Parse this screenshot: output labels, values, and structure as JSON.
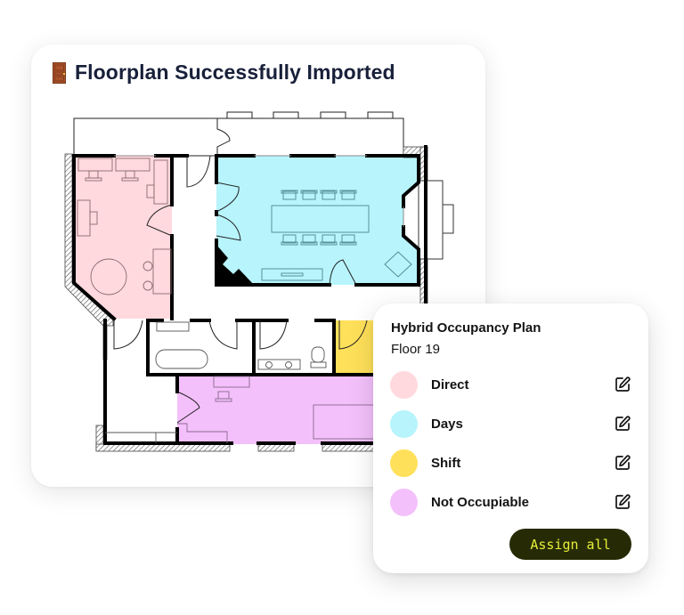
{
  "main_card": {
    "icon": "door-icon",
    "title": "Floorplan Successfully Imported"
  },
  "floorplan": {
    "zones": [
      {
        "name": "Direct",
        "color": "#ffd9dd"
      },
      {
        "name": "Days",
        "color": "#b7f4fc"
      },
      {
        "name": "Shift",
        "color": "#ffe05a"
      },
      {
        "name": "Not Occupiable",
        "color": "#f4c0fb"
      }
    ]
  },
  "legend": {
    "title": "Hybrid Occupancy Plan",
    "subtitle": "Floor 19",
    "items": [
      {
        "label": "Direct",
        "color": "#ffd9dd",
        "icon": "edit-icon"
      },
      {
        "label": "Days",
        "color": "#b7f4fc",
        "icon": "edit-icon"
      },
      {
        "label": "Shift",
        "color": "#ffe05a",
        "icon": "edit-icon"
      },
      {
        "label": "Not Occupiable",
        "color": "#f4c0fb",
        "icon": "edit-icon"
      }
    ],
    "assign_button": "Assign all"
  }
}
